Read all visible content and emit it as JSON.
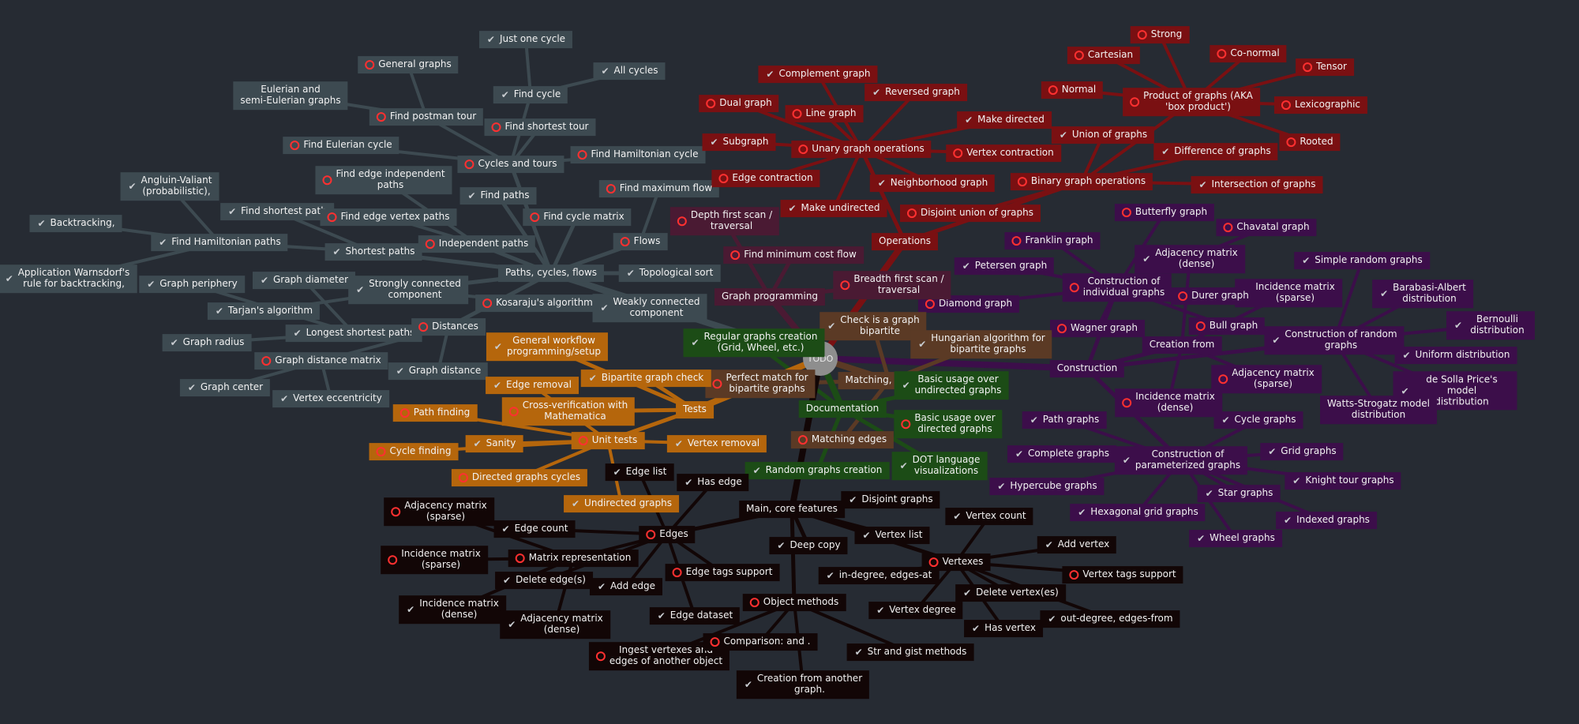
{
  "root": {
    "label": "TODO"
  },
  "branches": {
    "paths": {
      "color": "#3d4a51",
      "nodes": [
        {
          "id": "p0",
          "label": "Paths, cycles, flows",
          "mark": "none"
        },
        {
          "id": "p1",
          "label": "Just one cycle",
          "mark": "tick"
        },
        {
          "id": "p2",
          "label": "All cycles",
          "mark": "tick"
        },
        {
          "id": "p3",
          "label": "Find cycle",
          "mark": "tick"
        },
        {
          "id": "p4",
          "label": "General graphs",
          "mark": "circle"
        },
        {
          "id": "p5",
          "label": "Eulerian and\nsemi-Eulerian graphs",
          "mark": "none"
        },
        {
          "id": "p6",
          "label": "Find postman tour",
          "mark": "circle"
        },
        {
          "id": "p7",
          "label": "Find shortest tour",
          "mark": "circle"
        },
        {
          "id": "p8",
          "label": "Find Eulerian cycle",
          "mark": "circle"
        },
        {
          "id": "p9",
          "label": "Cycles and tours",
          "mark": "circle"
        },
        {
          "id": "p10",
          "label": "Find Hamiltonian cycle",
          "mark": "circle"
        },
        {
          "id": "p11",
          "label": "Find edge independent\npaths",
          "mark": "circle"
        },
        {
          "id": "p12",
          "label": "Find maximum flow",
          "mark": "circle"
        },
        {
          "id": "p13",
          "label": "Angluin-Valiant\n(probabilistic),",
          "mark": "tick"
        },
        {
          "id": "p14",
          "label": "Find shortest path",
          "mark": "tick"
        },
        {
          "id": "p15",
          "label": "Find paths",
          "mark": "tick"
        },
        {
          "id": "p16",
          "label": "Find edge vertex paths",
          "mark": "circle"
        },
        {
          "id": "p17",
          "label": "Find cycle matrix",
          "mark": "circle"
        },
        {
          "id": "p18",
          "label": "Backtracking,",
          "mark": "tick"
        },
        {
          "id": "p19",
          "label": "Find Hamiltonian paths",
          "mark": "tick"
        },
        {
          "id": "p20",
          "label": "Independent paths",
          "mark": "circle"
        },
        {
          "id": "p21",
          "label": "Flows",
          "mark": "circle"
        },
        {
          "id": "p22",
          "label": "Shortest paths",
          "mark": "tick"
        },
        {
          "id": "p23",
          "label": "Application Warnsdorf's\nrule for backtracking,",
          "mark": "tick"
        },
        {
          "id": "p24",
          "label": "Graph periphery",
          "mark": "tick"
        },
        {
          "id": "p25",
          "label": "Graph diameter",
          "mark": "tick"
        },
        {
          "id": "p26",
          "label": "Strongly connected\ncomponent",
          "mark": "tick"
        },
        {
          "id": "p27",
          "label": "Topological sort",
          "mark": "tick"
        },
        {
          "id": "p28",
          "label": "Tarjan's algorithm",
          "mark": "tick"
        },
        {
          "id": "p29",
          "label": "Kosaraju's algorithm",
          "mark": "circle"
        },
        {
          "id": "p30",
          "label": "Weakly connected\ncomponent",
          "mark": "tick"
        },
        {
          "id": "p31",
          "label": "Graph radius",
          "mark": "tick"
        },
        {
          "id": "p32",
          "label": "Longest shortest paths",
          "mark": "tick"
        },
        {
          "id": "p33",
          "label": "Distances",
          "mark": "circle"
        },
        {
          "id": "p34",
          "label": "Graph distance matrix",
          "mark": "circle"
        },
        {
          "id": "p35",
          "label": "Graph center",
          "mark": "tick"
        },
        {
          "id": "p36",
          "label": "Vertex eccentricity",
          "mark": "tick"
        },
        {
          "id": "p37",
          "label": "Graph distance",
          "mark": "tick"
        }
      ]
    },
    "operations": {
      "color": "#7a1012",
      "nodes": [
        {
          "id": "o0",
          "label": "Operations",
          "mark": "none"
        },
        {
          "id": "o1",
          "label": "Strong",
          "mark": "circle"
        },
        {
          "id": "o2",
          "label": "Cartesian",
          "mark": "circle"
        },
        {
          "id": "o3",
          "label": "Co-normal",
          "mark": "circle"
        },
        {
          "id": "o4",
          "label": "Complement graph",
          "mark": "tick"
        },
        {
          "id": "o5",
          "label": "Tensor",
          "mark": "circle"
        },
        {
          "id": "o6",
          "label": "Normal",
          "mark": "circle"
        },
        {
          "id": "o7",
          "label": "Product of graphs (AKA\n'box product')",
          "mark": "circle"
        },
        {
          "id": "o8",
          "label": "Lexicographic",
          "mark": "circle"
        },
        {
          "id": "o9",
          "label": "Reversed graph",
          "mark": "tick"
        },
        {
          "id": "o10",
          "label": "Dual graph",
          "mark": "circle"
        },
        {
          "id": "o11",
          "label": "Line graph",
          "mark": "circle"
        },
        {
          "id": "o12",
          "label": "Make directed",
          "mark": "tick"
        },
        {
          "id": "o13",
          "label": "Union of graphs",
          "mark": "tick"
        },
        {
          "id": "o14",
          "label": "Rooted",
          "mark": "circle"
        },
        {
          "id": "o15",
          "label": "Subgraph",
          "mark": "tick"
        },
        {
          "id": "o16",
          "label": "Unary graph operations",
          "mark": "circle"
        },
        {
          "id": "o17",
          "label": "Vertex contraction",
          "mark": "circle"
        },
        {
          "id": "o18",
          "label": "Difference of graphs",
          "mark": "tick"
        },
        {
          "id": "o19",
          "label": "Edge contraction",
          "mark": "circle"
        },
        {
          "id": "o20",
          "label": "Neighborhood graph",
          "mark": "tick"
        },
        {
          "id": "o21",
          "label": "Binary graph operations",
          "mark": "circle"
        },
        {
          "id": "o22",
          "label": "Intersection of graphs",
          "mark": "tick"
        },
        {
          "id": "o23",
          "label": "Make undirected",
          "mark": "tick"
        },
        {
          "id": "o24",
          "label": "Disjoint union of graphs",
          "mark": "circle"
        }
      ]
    },
    "construction": {
      "color": "#3c0e4a",
      "nodes": [
        {
          "id": "c0",
          "label": "Construction",
          "mark": "none"
        },
        {
          "id": "c1",
          "label": "Butterfly graph",
          "mark": "circle"
        },
        {
          "id": "c2",
          "label": "Chavatal graph",
          "mark": "circle"
        },
        {
          "id": "c3",
          "label": "Franklin graph",
          "mark": "circle"
        },
        {
          "id": "c4",
          "label": "Adjacency matrix\n(dense)",
          "mark": "tick"
        },
        {
          "id": "c5",
          "label": "Simple random graphs",
          "mark": "tick"
        },
        {
          "id": "c6",
          "label": "Petersen graph",
          "mark": "tick"
        },
        {
          "id": "c7",
          "label": "Construction of\nindividual graphs",
          "mark": "circle"
        },
        {
          "id": "c8",
          "label": "Incidence matrix\n(sparse)",
          "mark": "circle"
        },
        {
          "id": "c9",
          "label": "Barabasi-Albert\ndistribution",
          "mark": "tick"
        },
        {
          "id": "c10",
          "label": "Diamond graph",
          "mark": "circle"
        },
        {
          "id": "c11",
          "label": "Durer graph",
          "mark": "circle"
        },
        {
          "id": "c12",
          "label": "Bernoulli distribution",
          "mark": "tick"
        },
        {
          "id": "c13",
          "label": "Wagner graph",
          "mark": "circle"
        },
        {
          "id": "c14",
          "label": "Bull graph",
          "mark": "circle"
        },
        {
          "id": "c15",
          "label": "Construction of random\ngraphs",
          "mark": "tick"
        },
        {
          "id": "c16",
          "label": "Creation from",
          "mark": "none"
        },
        {
          "id": "c17",
          "label": "Uniform distribution",
          "mark": "tick"
        },
        {
          "id": "c18",
          "label": "Adjacency matrix\n(sparse)",
          "mark": "circle"
        },
        {
          "id": "c19",
          "label": "de Solla Price's model\ndistribution",
          "mark": "tick"
        },
        {
          "id": "c20",
          "label": "Incidence matrix\n(dense)",
          "mark": "circle"
        },
        {
          "id": "c21",
          "label": "Watts-Strogatz model\ndistribution",
          "mark": "none"
        },
        {
          "id": "c22",
          "label": "Path graphs",
          "mark": "tick"
        },
        {
          "id": "c23",
          "label": "Cycle graphs",
          "mark": "tick"
        },
        {
          "id": "c24",
          "label": "Complete graphs",
          "mark": "tick"
        },
        {
          "id": "c25",
          "label": "Construction of\nparameterized graphs",
          "mark": "tick"
        },
        {
          "id": "c26",
          "label": "Grid graphs",
          "mark": "tick"
        },
        {
          "id": "c27",
          "label": "Knight tour graphs",
          "mark": "tick"
        },
        {
          "id": "c28",
          "label": "Hypercube graphs",
          "mark": "tick"
        },
        {
          "id": "c29",
          "label": "Star graphs",
          "mark": "tick"
        },
        {
          "id": "c30",
          "label": "Hexagonal grid graphs",
          "mark": "tick"
        },
        {
          "id": "c31",
          "label": "Indexed graphs",
          "mark": "tick"
        },
        {
          "id": "c32",
          "label": "Wheel graphs",
          "mark": "tick"
        }
      ]
    },
    "programming": {
      "color": "#4a1a33",
      "nodes": [
        {
          "id": "g0",
          "label": "Graph programming",
          "mark": "none"
        },
        {
          "id": "g1",
          "label": "Depth first scan /\ntraversal",
          "mark": "circle"
        },
        {
          "id": "g2",
          "label": "Find minimum cost flow",
          "mark": "circle"
        },
        {
          "id": "g3",
          "label": "Breadth first scan /\ntraversal",
          "mark": "circle"
        }
      ]
    },
    "matching": {
      "color": "#5b3a25",
      "nodes": [
        {
          "id": "m0",
          "label": "Matching, coloring",
          "mark": "none"
        },
        {
          "id": "m1",
          "label": "Check is a graph\nbipartite",
          "mark": "tick"
        },
        {
          "id": "m2",
          "label": "Hungarian algorithm for\nbipartite graphs",
          "mark": "tick"
        },
        {
          "id": "m3",
          "label": "Perfect match for\nbipartite graphs",
          "mark": "circle"
        },
        {
          "id": "m4",
          "label": "Matching edges",
          "mark": "circle"
        }
      ]
    },
    "documentation": {
      "color": "#1c4c16",
      "nodes": [
        {
          "id": "d0",
          "label": "Documentation",
          "mark": "none"
        },
        {
          "id": "d1",
          "label": "Regular graphs creation\n(Grid, Wheel, etc.)",
          "mark": "tick"
        },
        {
          "id": "d2",
          "label": "Basic usage over\nundirected graphs",
          "mark": "tick"
        },
        {
          "id": "d3",
          "label": "Basic usage over\ndirected graphs",
          "mark": "circle"
        },
        {
          "id": "d4",
          "label": "DOT language\nvisualizations",
          "mark": "tick"
        },
        {
          "id": "d5",
          "label": "Random graphs creation",
          "mark": "tick"
        }
      ]
    },
    "tests": {
      "color": "#b5660c",
      "nodes": [
        {
          "id": "t0",
          "label": "Tests",
          "mark": "none"
        },
        {
          "id": "t1",
          "label": "General workflow\nprogramming/setup",
          "mark": "tick"
        },
        {
          "id": "t2",
          "label": "Edge removal",
          "mark": "tick"
        },
        {
          "id": "t3",
          "label": "Bipartite graph check",
          "mark": "tick"
        },
        {
          "id": "t4",
          "label": "Path finding",
          "mark": "circle"
        },
        {
          "id": "t5",
          "label": "Cross-verification with\nMathematica",
          "mark": "circle"
        },
        {
          "id": "t6",
          "label": "Sanity",
          "mark": "tick"
        },
        {
          "id": "t7",
          "label": "Unit tests",
          "mark": "circle"
        },
        {
          "id": "t8",
          "label": "Vertex removal",
          "mark": "tick"
        },
        {
          "id": "t9",
          "label": "Cycle finding",
          "mark": "circle"
        },
        {
          "id": "t10",
          "label": "Directed graphs cycles",
          "mark": "circle"
        },
        {
          "id": "t11",
          "label": "Undirected graphs",
          "mark": "tick"
        }
      ]
    },
    "core": {
      "color": "#120606",
      "nodes": [
        {
          "id": "k0",
          "label": "Main, core features",
          "mark": "none"
        },
        {
          "id": "k1",
          "label": "Edge list",
          "mark": "tick"
        },
        {
          "id": "k2",
          "label": "Has edge",
          "mark": "tick"
        },
        {
          "id": "k3",
          "label": "Adjacency matrix\n(sparse)",
          "mark": "circle"
        },
        {
          "id": "k4",
          "label": "Disjoint graphs",
          "mark": "tick"
        },
        {
          "id": "k5",
          "label": "Edge count",
          "mark": "tick"
        },
        {
          "id": "k6",
          "label": "Edges",
          "mark": "circle"
        },
        {
          "id": "k7",
          "label": "Vertex count",
          "mark": "tick"
        },
        {
          "id": "k8",
          "label": "Vertex list",
          "mark": "tick"
        },
        {
          "id": "k9",
          "label": "Deep copy",
          "mark": "tick"
        },
        {
          "id": "k10",
          "label": "Incidence matrix\n(sparse)",
          "mark": "circle"
        },
        {
          "id": "k11",
          "label": "Matrix representation",
          "mark": "circle"
        },
        {
          "id": "k12",
          "label": "Add vertex",
          "mark": "tick"
        },
        {
          "id": "k13",
          "label": "Vertexes",
          "mark": "circle"
        },
        {
          "id": "k14",
          "label": "Delete edge(s)",
          "mark": "tick"
        },
        {
          "id": "k15",
          "label": "Edge tags support",
          "mark": "circle"
        },
        {
          "id": "k16",
          "label": "in-degree, edges-at",
          "mark": "tick"
        },
        {
          "id": "k17",
          "label": "Vertex tags support",
          "mark": "circle"
        },
        {
          "id": "k18",
          "label": "Add edge",
          "mark": "tick"
        },
        {
          "id": "k19",
          "label": "Delete vertex(es)",
          "mark": "tick"
        },
        {
          "id": "k20",
          "label": "Incidence matrix\n(dense)",
          "mark": "tick"
        },
        {
          "id": "k21",
          "label": "Object methods",
          "mark": "circle"
        },
        {
          "id": "k22",
          "label": "Vertex degree",
          "mark": "tick"
        },
        {
          "id": "k23",
          "label": "Adjacency matrix\n(dense)",
          "mark": "tick"
        },
        {
          "id": "k24",
          "label": "Edge dataset",
          "mark": "tick"
        },
        {
          "id": "k25",
          "label": "out-degree, edges-from",
          "mark": "tick"
        },
        {
          "id": "k26",
          "label": "Has vertex",
          "mark": "tick"
        },
        {
          "id": "k27",
          "label": "Ingest vertexes and\nedges of another object",
          "mark": "circle"
        },
        {
          "id": "k28",
          "label": "Comparison: and .",
          "mark": "circle"
        },
        {
          "id": "k29",
          "label": "Str and gist methods",
          "mark": "tick"
        },
        {
          "id": "k30",
          "label": "Creation from another\ngraph.",
          "mark": "tick"
        }
      ]
    }
  }
}
